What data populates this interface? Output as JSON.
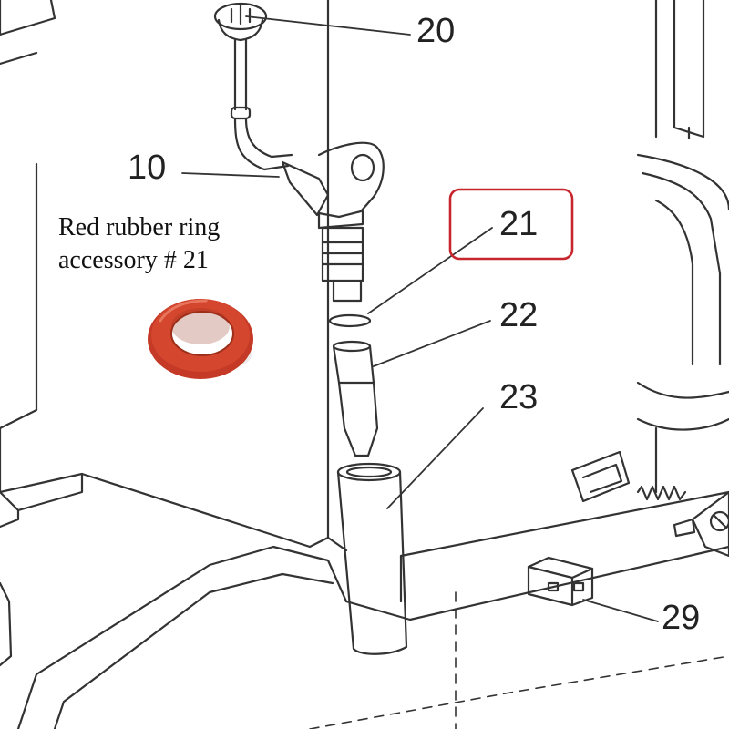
{
  "callouts": [
    {
      "label": "20"
    },
    {
      "label": "10"
    },
    {
      "label": "21",
      "highlighted": true
    },
    {
      "label": "22"
    },
    {
      "label": "23"
    },
    {
      "label": "29"
    }
  ],
  "note": {
    "line1": "Red rubber ring",
    "line2": "accessory # 21"
  },
  "colors": {
    "line": "#333333",
    "highlight_box": "#c8262d",
    "ring": "#c43a26"
  }
}
